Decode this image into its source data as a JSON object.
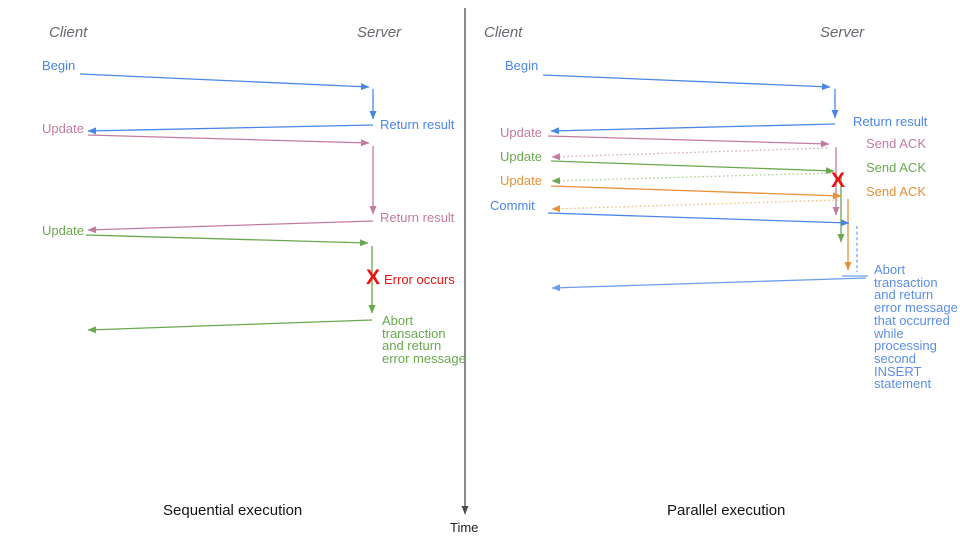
{
  "colors": {
    "blue": "#4a86e8",
    "light_blue": "#6d9eeb",
    "pink": "#c27ba0",
    "pink_light": "#d5a6bd",
    "green": "#6aa84f",
    "green_light": "#a4cc8a",
    "orange": "#e69138",
    "orange_light": "#f3b977",
    "red": "#ee1111",
    "axis": "#4d4d4d",
    "header_gray": "#666a70"
  },
  "time_axis": {
    "label": "Time"
  },
  "left": {
    "title": "Sequential execution",
    "client_label": "Client",
    "server_label": "Server",
    "messages": {
      "begin": "Begin",
      "return_result_1": "Return result",
      "update_1": "Update",
      "return_result_2": "Return result",
      "update_2": "Update",
      "error_mark": "X",
      "error_text": "Error occurs",
      "abort": "Abort transaction and return error message"
    }
  },
  "right": {
    "title": "Parallel execution",
    "client_label": "Client",
    "server_label": "Server",
    "messages": {
      "begin": "Begin",
      "return_result": "Return result",
      "update_1": "Update",
      "send_ack_1": "Send ACK",
      "update_2": "Update",
      "send_ack_2": "Send ACK",
      "update_3": "Update",
      "send_ack_3": "Send ACK",
      "commit": "Commit",
      "error_mark": "X",
      "abort": "Abort transaction and return error message that occurred while processing second INSERT statement"
    }
  }
}
